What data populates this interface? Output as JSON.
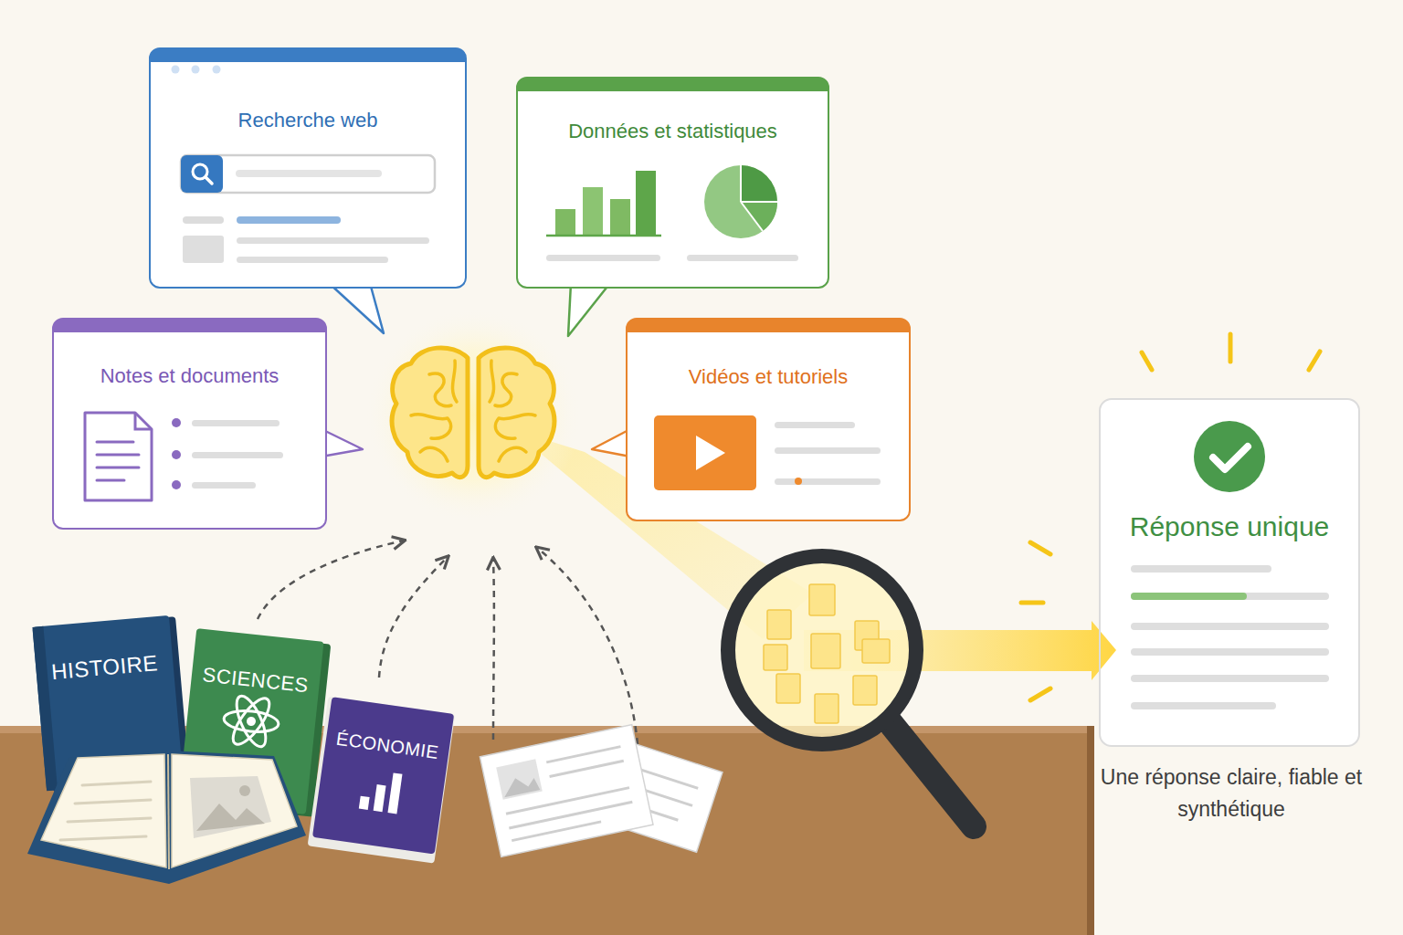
{
  "diagram": {
    "nodes": [
      {
        "text": [
          "Recherche web"
        ]
      },
      {
        "text": [
          "Données et statistiques"
        ]
      },
      {
        "text": [
          "Notes et documents"
        ]
      },
      {
        "text": [
          "Vidéos et tutoriels"
        ]
      },
      {
        "text": [
          "Réponse unique",
          "Une réponse claire, fiable et synthétique"
        ]
      },
      {
        "text": [
          "HISTOIRE"
        ]
      },
      {
        "text": [
          "SCIENCES"
        ]
      },
      {
        "text": [
          "ÉCONOMIE"
        ]
      }
    ]
  }
}
